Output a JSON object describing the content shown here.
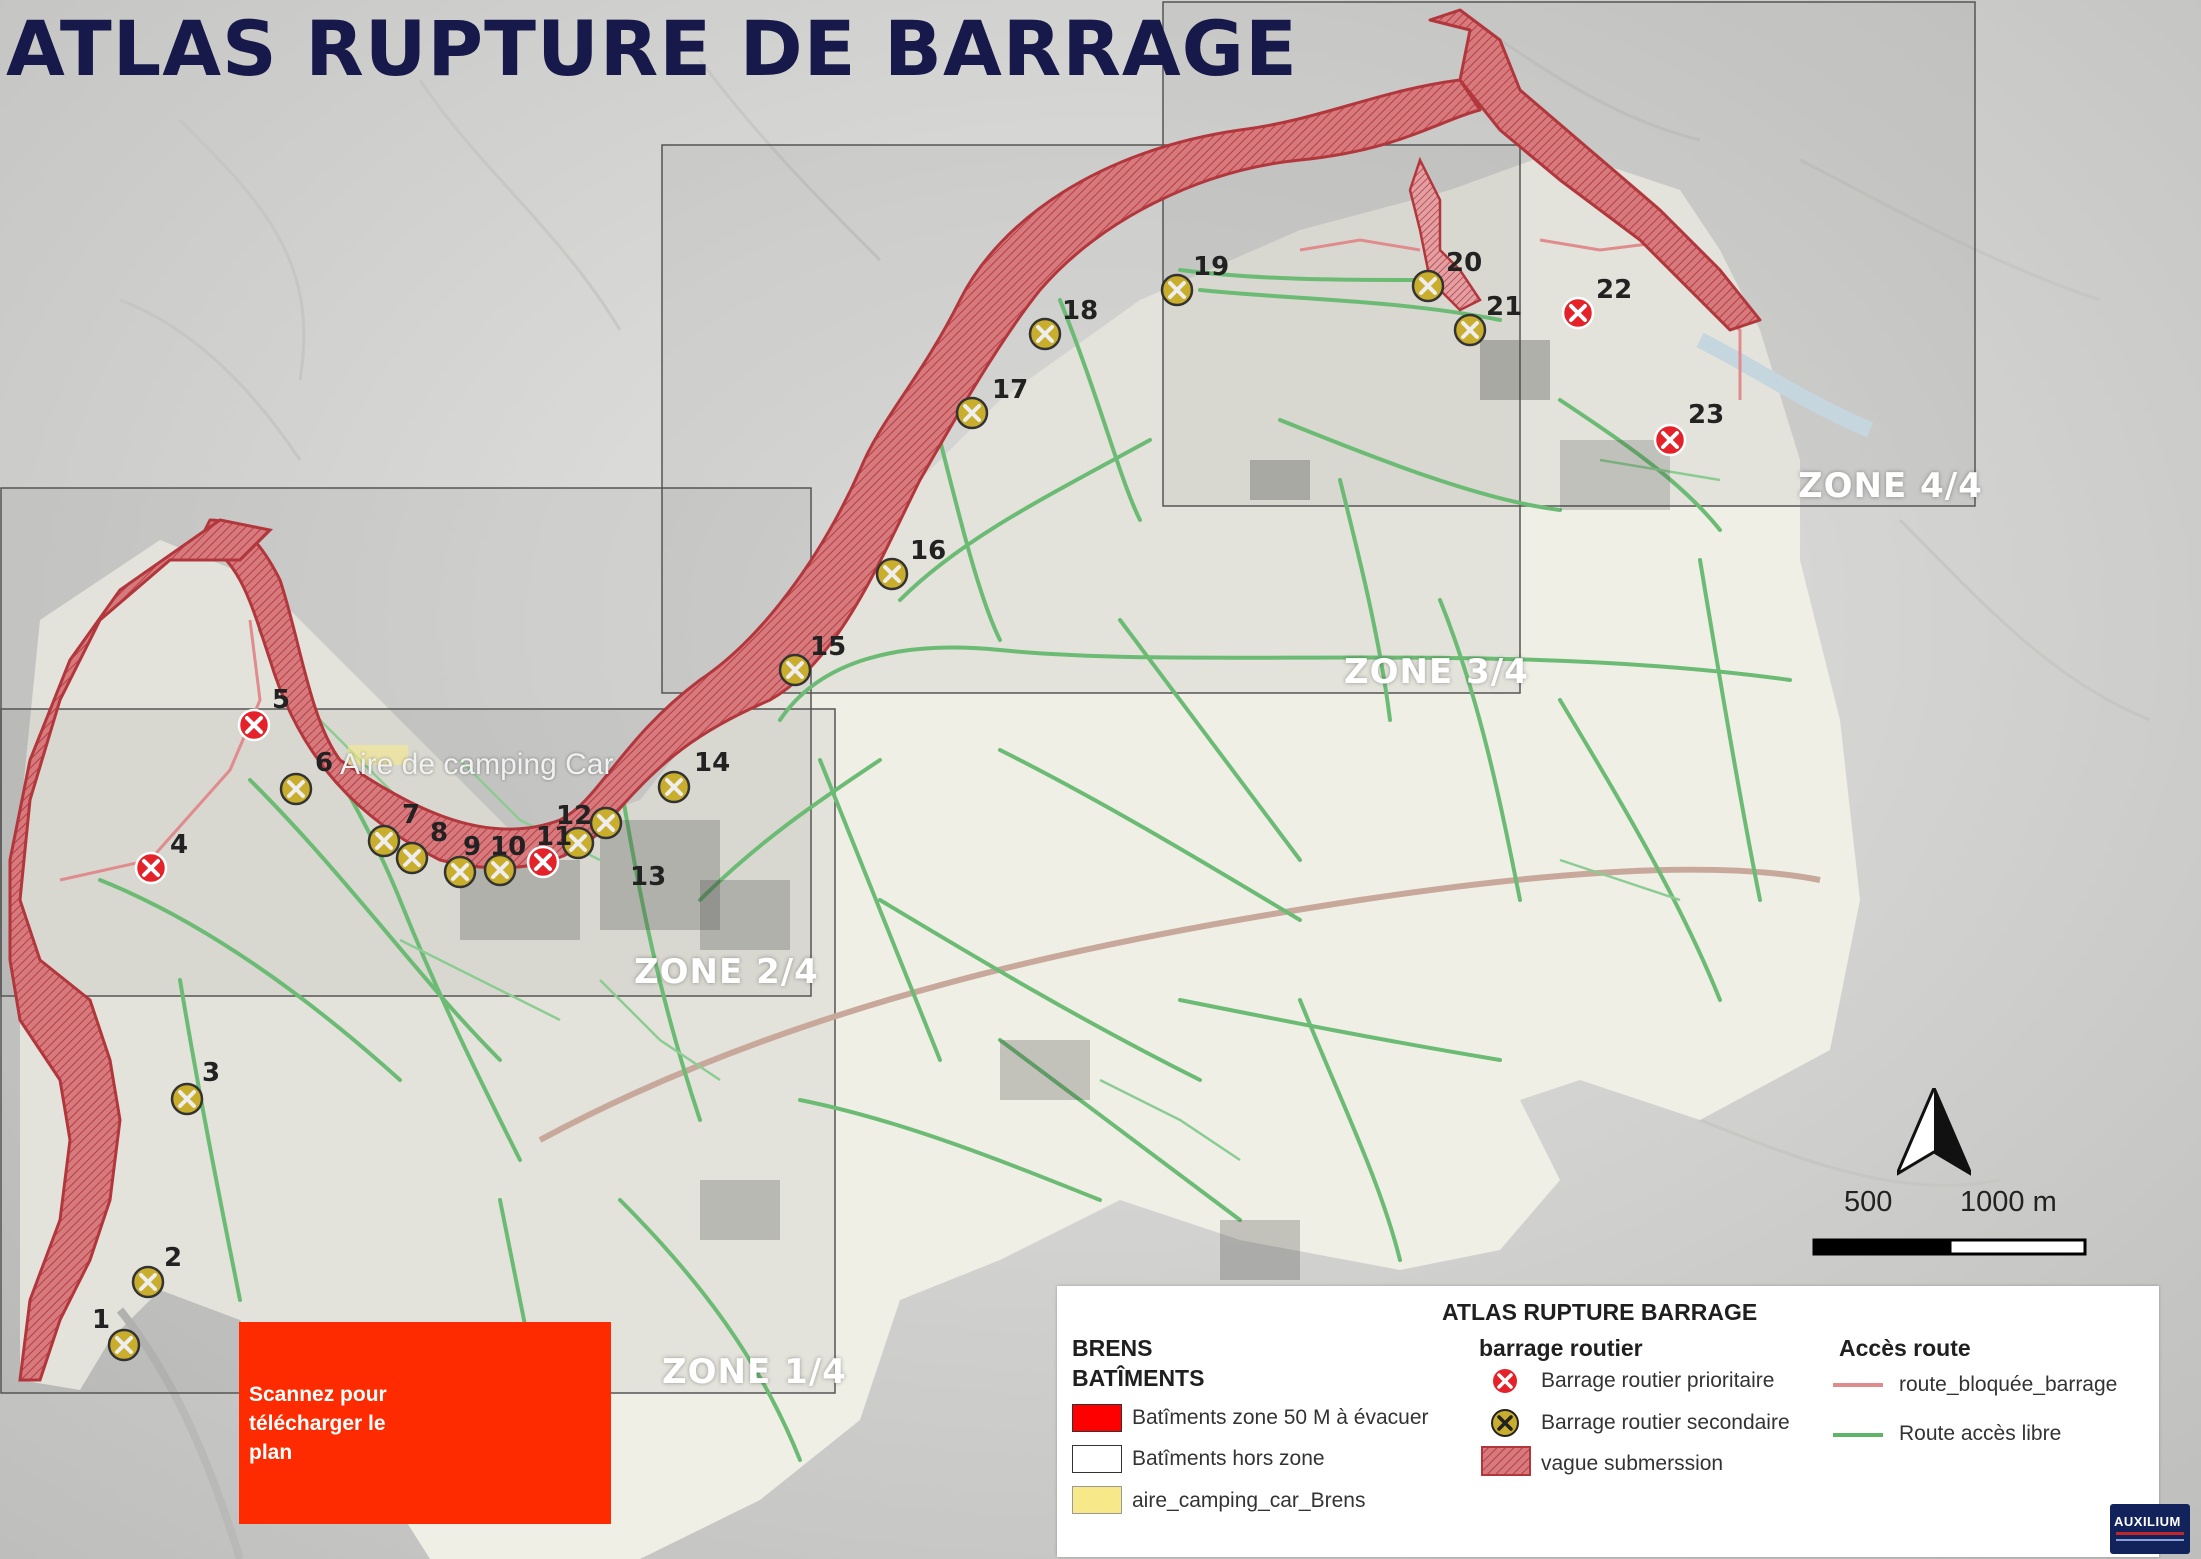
{
  "map_title": "ATLAS RUPTURE DE BARRAGE",
  "zones": [
    {
      "id": "zone-1",
      "label": "ZONE 1/4"
    },
    {
      "id": "zone-2",
      "label": "ZONE 2/4"
    },
    {
      "id": "zone-3",
      "label": "ZONE 3/4"
    },
    {
      "id": "zone-4",
      "label": "ZONE 4/4"
    }
  ],
  "place_labels": {
    "camping": "Aire de camping Car"
  },
  "roadblocks": [
    {
      "number": "1",
      "type": "secondaire"
    },
    {
      "number": "2",
      "type": "secondaire"
    },
    {
      "number": "3",
      "type": "secondaire"
    },
    {
      "number": "4",
      "type": "prioritaire"
    },
    {
      "number": "5",
      "type": "prioritaire"
    },
    {
      "number": "6",
      "type": "secondaire"
    },
    {
      "number": "7",
      "type": "secondaire"
    },
    {
      "number": "8",
      "type": "secondaire"
    },
    {
      "number": "9",
      "type": "secondaire"
    },
    {
      "number": "10",
      "type": "secondaire"
    },
    {
      "number": "11",
      "type": "prioritaire"
    },
    {
      "number": "12",
      "type": "secondaire"
    },
    {
      "number": "13",
      "type": "secondaire"
    },
    {
      "number": "14",
      "type": "secondaire"
    },
    {
      "number": "15",
      "type": "secondaire"
    },
    {
      "number": "16",
      "type": "secondaire"
    },
    {
      "number": "17",
      "type": "secondaire"
    },
    {
      "number": "18",
      "type": "secondaire"
    },
    {
      "number": "19",
      "type": "secondaire"
    },
    {
      "number": "20",
      "type": "secondaire"
    },
    {
      "number": "21",
      "type": "secondaire"
    },
    {
      "number": "22",
      "type": "prioritaire"
    },
    {
      "number": "23",
      "type": "prioritaire"
    }
  ],
  "qr_panel": {
    "text": "Scannez pour télécharger le plan",
    "color": "#ff2b00"
  },
  "legend": {
    "title": "ATLAS RUPTURE BARRAGE",
    "buildings": {
      "heading_line1": "BRENS",
      "heading_line2": "BATÎMENTS",
      "items": [
        {
          "label": "Batîments zone 50 M à évacuer",
          "color": "#ff0000"
        },
        {
          "label": "Batîments hors zone",
          "color": "#ffffff"
        },
        {
          "label": "aire_camping_car_Brens",
          "color": "#f7e98a"
        }
      ]
    },
    "roadblocks": {
      "heading": "barrage routier",
      "items": [
        {
          "label": "Barrage routier prioritaire",
          "color": "#e5222a"
        },
        {
          "label": "Barrage routier secondaire",
          "color": "#c9ad2c"
        },
        {
          "label": "vague submerssion",
          "color": "#c5585c"
        }
      ]
    },
    "access": {
      "heading": "Accès route",
      "items": [
        {
          "label": "route_bloquée_barrage",
          "color": "#e08b8d"
        },
        {
          "label": "Route accès libre",
          "color": "#5fb46a"
        }
      ]
    }
  },
  "scale_bar": {
    "label_mid": "500",
    "label_end": "1000 m"
  },
  "logo": {
    "text": "AUXILIUM"
  },
  "colors": {
    "title": "#16194a",
    "flood": "#c5585c",
    "road_free": "#5fb46a",
    "road_blocked": "#e08b8d",
    "priority": "#e5222a",
    "secondary": "#c9ad2c"
  }
}
